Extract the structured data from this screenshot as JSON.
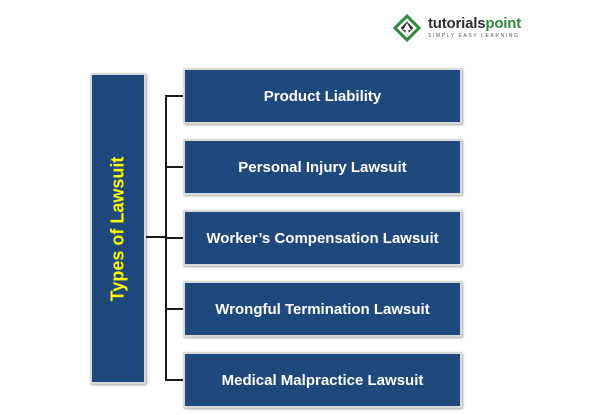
{
  "logo": {
    "word_part1": "tutorials",
    "word_part2": "point",
    "tagline": "SIMPLY EASY LEARNING",
    "colors": {
      "dark": "#2f2f2f",
      "green": "#2e8b3c"
    }
  },
  "diagram": {
    "root_label": "Types of Lawsuit",
    "items": [
      {
        "label": "Product Liability"
      },
      {
        "label": "Personal Injury Lawsuit"
      },
      {
        "label": "Worker’s Compensation Lawsuit"
      },
      {
        "label": "Wrongful Termination Lawsuit"
      },
      {
        "label": "Medical Malpractice Lawsuit"
      }
    ],
    "colors": {
      "box_fill": "#1f497d",
      "box_border": "#d9d9d9",
      "root_text": "#ffff00",
      "item_text": "#ffffff",
      "connector": "#1a1a1a"
    }
  }
}
